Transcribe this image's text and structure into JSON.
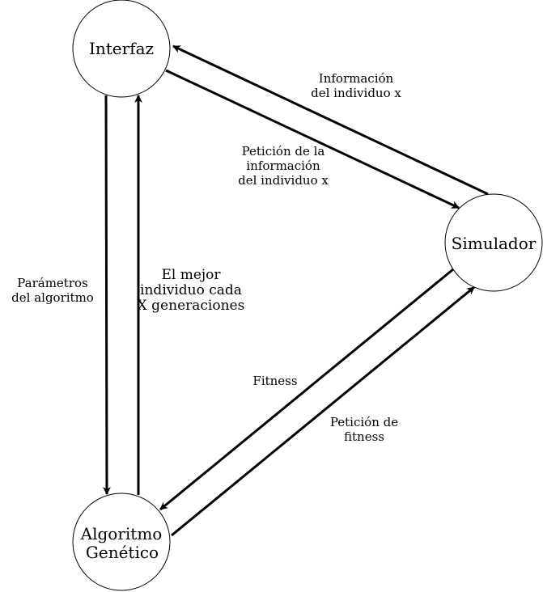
{
  "nodes": {
    "interfaz": "Interfaz",
    "simulador": "Simulador",
    "algoritmo_line1": "Algoritmo",
    "algoritmo_line2": "Genético"
  },
  "edges": {
    "info_individuo": [
      "Información",
      "del individuo x"
    ],
    "peticion_info": [
      "Petición de la",
      "información",
      "del individuo x"
    ],
    "parametros": [
      "Parámetros",
      "del algoritmo"
    ],
    "mejor_individuo": [
      "El mejor",
      "individuo cada",
      "X generaciones"
    ],
    "fitness": [
      "Fitness"
    ],
    "peticion_fitness": [
      "Petición de",
      "fitness"
    ]
  }
}
